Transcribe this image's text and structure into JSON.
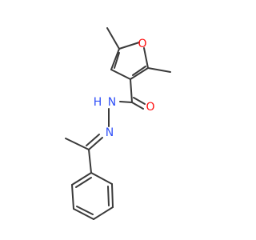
{
  "molecule": {
    "atoms": {
      "O_ring": {
        "label": "O",
        "color": "#ff0d0d"
      },
      "O_carbonyl": {
        "label": "O",
        "color": "#ff0d0d"
      },
      "N_amide": {
        "label": "N",
        "color": "#3050f8"
      },
      "H_amide": {
        "label": "H",
        "color": "#3050f8"
      },
      "N_imine": {
        "label": "N",
        "color": "#3050f8"
      }
    },
    "bond_color": "#3a3a3a",
    "background": "#ffffff"
  }
}
